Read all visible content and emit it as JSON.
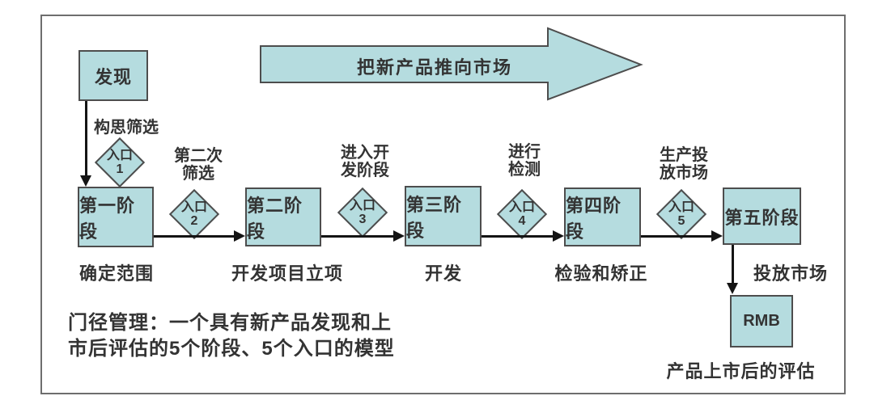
{
  "colors": {
    "shape_fill": "#b5dcdf",
    "shape_border": "#4d4d4d",
    "connector": "#141414",
    "frame_border": "#6e6e6e",
    "text": "#333333"
  },
  "top_arrow": {
    "label": "把新产品推向市场"
  },
  "discovery": {
    "label": "发现",
    "gate_note": "构思筛选"
  },
  "stages": [
    {
      "label": "第一阶段",
      "caption": "确定范围"
    },
    {
      "label": "第二阶段",
      "caption": "开发项目立项"
    },
    {
      "label": "第三阶段",
      "caption": "开发"
    },
    {
      "label": "第四阶段",
      "caption": "检验和矫正"
    },
    {
      "label": "第五阶段",
      "caption": "投放市场"
    }
  ],
  "gates": [
    {
      "label": "入口\n1"
    },
    {
      "label": "入口\n2",
      "note": "第二次\n筛选"
    },
    {
      "label": "入口\n3",
      "note": "进入开\n发阶段"
    },
    {
      "label": "入口\n4",
      "note": "进行\n检测"
    },
    {
      "label": "入口\n5",
      "note": "生产投\n放市场"
    }
  ],
  "post_launch": {
    "label": "RMB",
    "caption": "产品上市后的评估"
  },
  "footer": {
    "caption": "门径管理：一个具有新产品发现和上\n市后评估的5个阶段、5个入口的模型"
  }
}
